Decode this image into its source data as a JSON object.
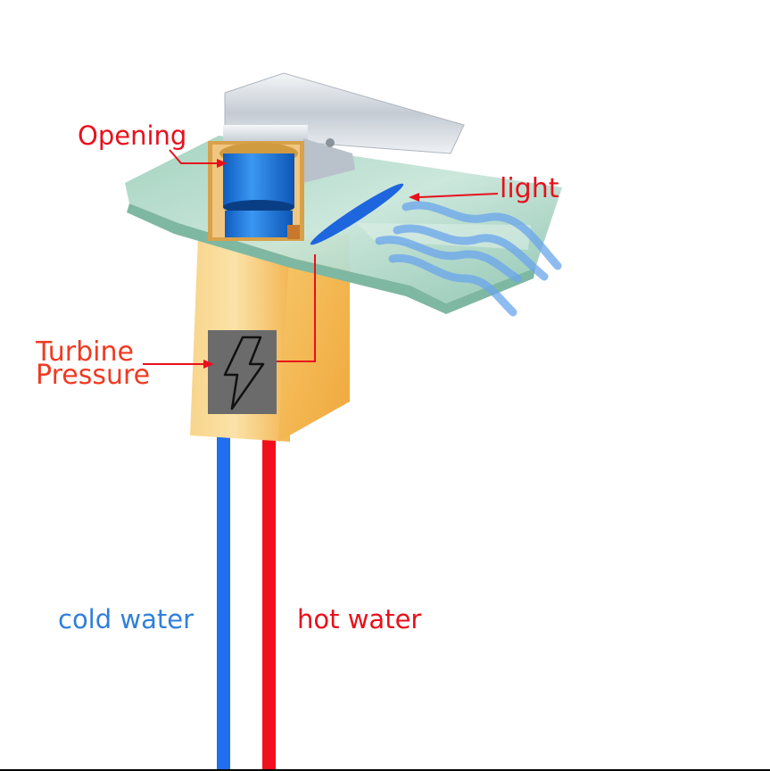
{
  "labels": {
    "opening": "Opening",
    "light": "light",
    "turbine": "Turbine",
    "pressure": "Pressure",
    "cold_water": "cold water",
    "hot_water": "hot water"
  },
  "icons": {
    "generator": "lightning-bolt-icon"
  },
  "colors": {
    "label_red": "#e8101c",
    "label_orange_red": "#f03a22",
    "cold_blue": "#2f7fdc",
    "cold_pipe": "#1f6ff0",
    "hot_pipe": "#f2101c",
    "callout_line": "#e8101c",
    "glass": "#a8d4c4",
    "body_gold": "#f6c56a",
    "chrome": "#d8dde3",
    "cartridge_blue": "#1e78e0",
    "generator_box": "#6b6b6b",
    "water_stream": "#6aa6ec"
  }
}
